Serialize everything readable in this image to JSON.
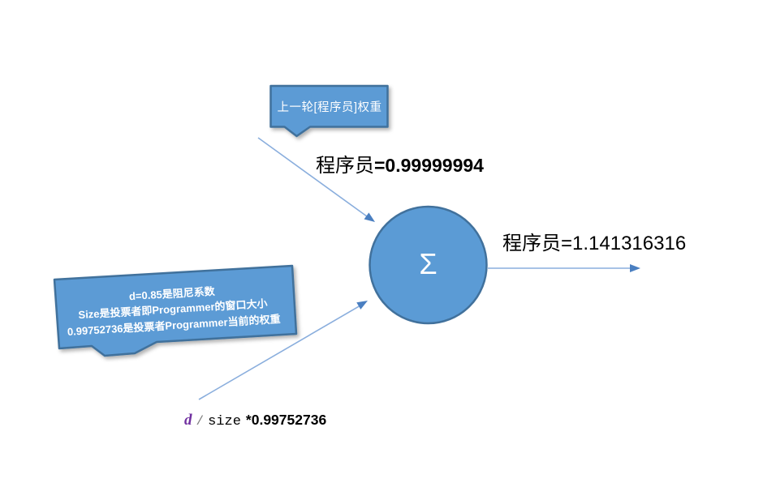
{
  "colors": {
    "shape_fill": "#5b9bd5",
    "shape_border": "#41719c",
    "arrow_line": "#8aaedd",
    "arrow_head": "#4a7fc1",
    "text": "#000000",
    "d_variable": "#7030a0",
    "slash": "#7f7f7f",
    "callout_text": "#ffffff"
  },
  "top_callout": {
    "text": "上一轮[程序员]权重"
  },
  "note_callout": {
    "lines": [
      "d=0.85是阻尼系数",
      "Size是投票者即Programmer的窗口大小",
      "0.99752736是投票者Programmer当前的权重"
    ]
  },
  "sum_node": {
    "symbol": "Σ"
  },
  "labels": {
    "input": {
      "name": "程序员",
      "value": "=0.99999994"
    },
    "output": {
      "name": "程序员",
      "value": "=1.141316316"
    }
  },
  "formula": {
    "d": "d",
    "slash": "/",
    "size": "size",
    "factor": "*0.99752736"
  }
}
